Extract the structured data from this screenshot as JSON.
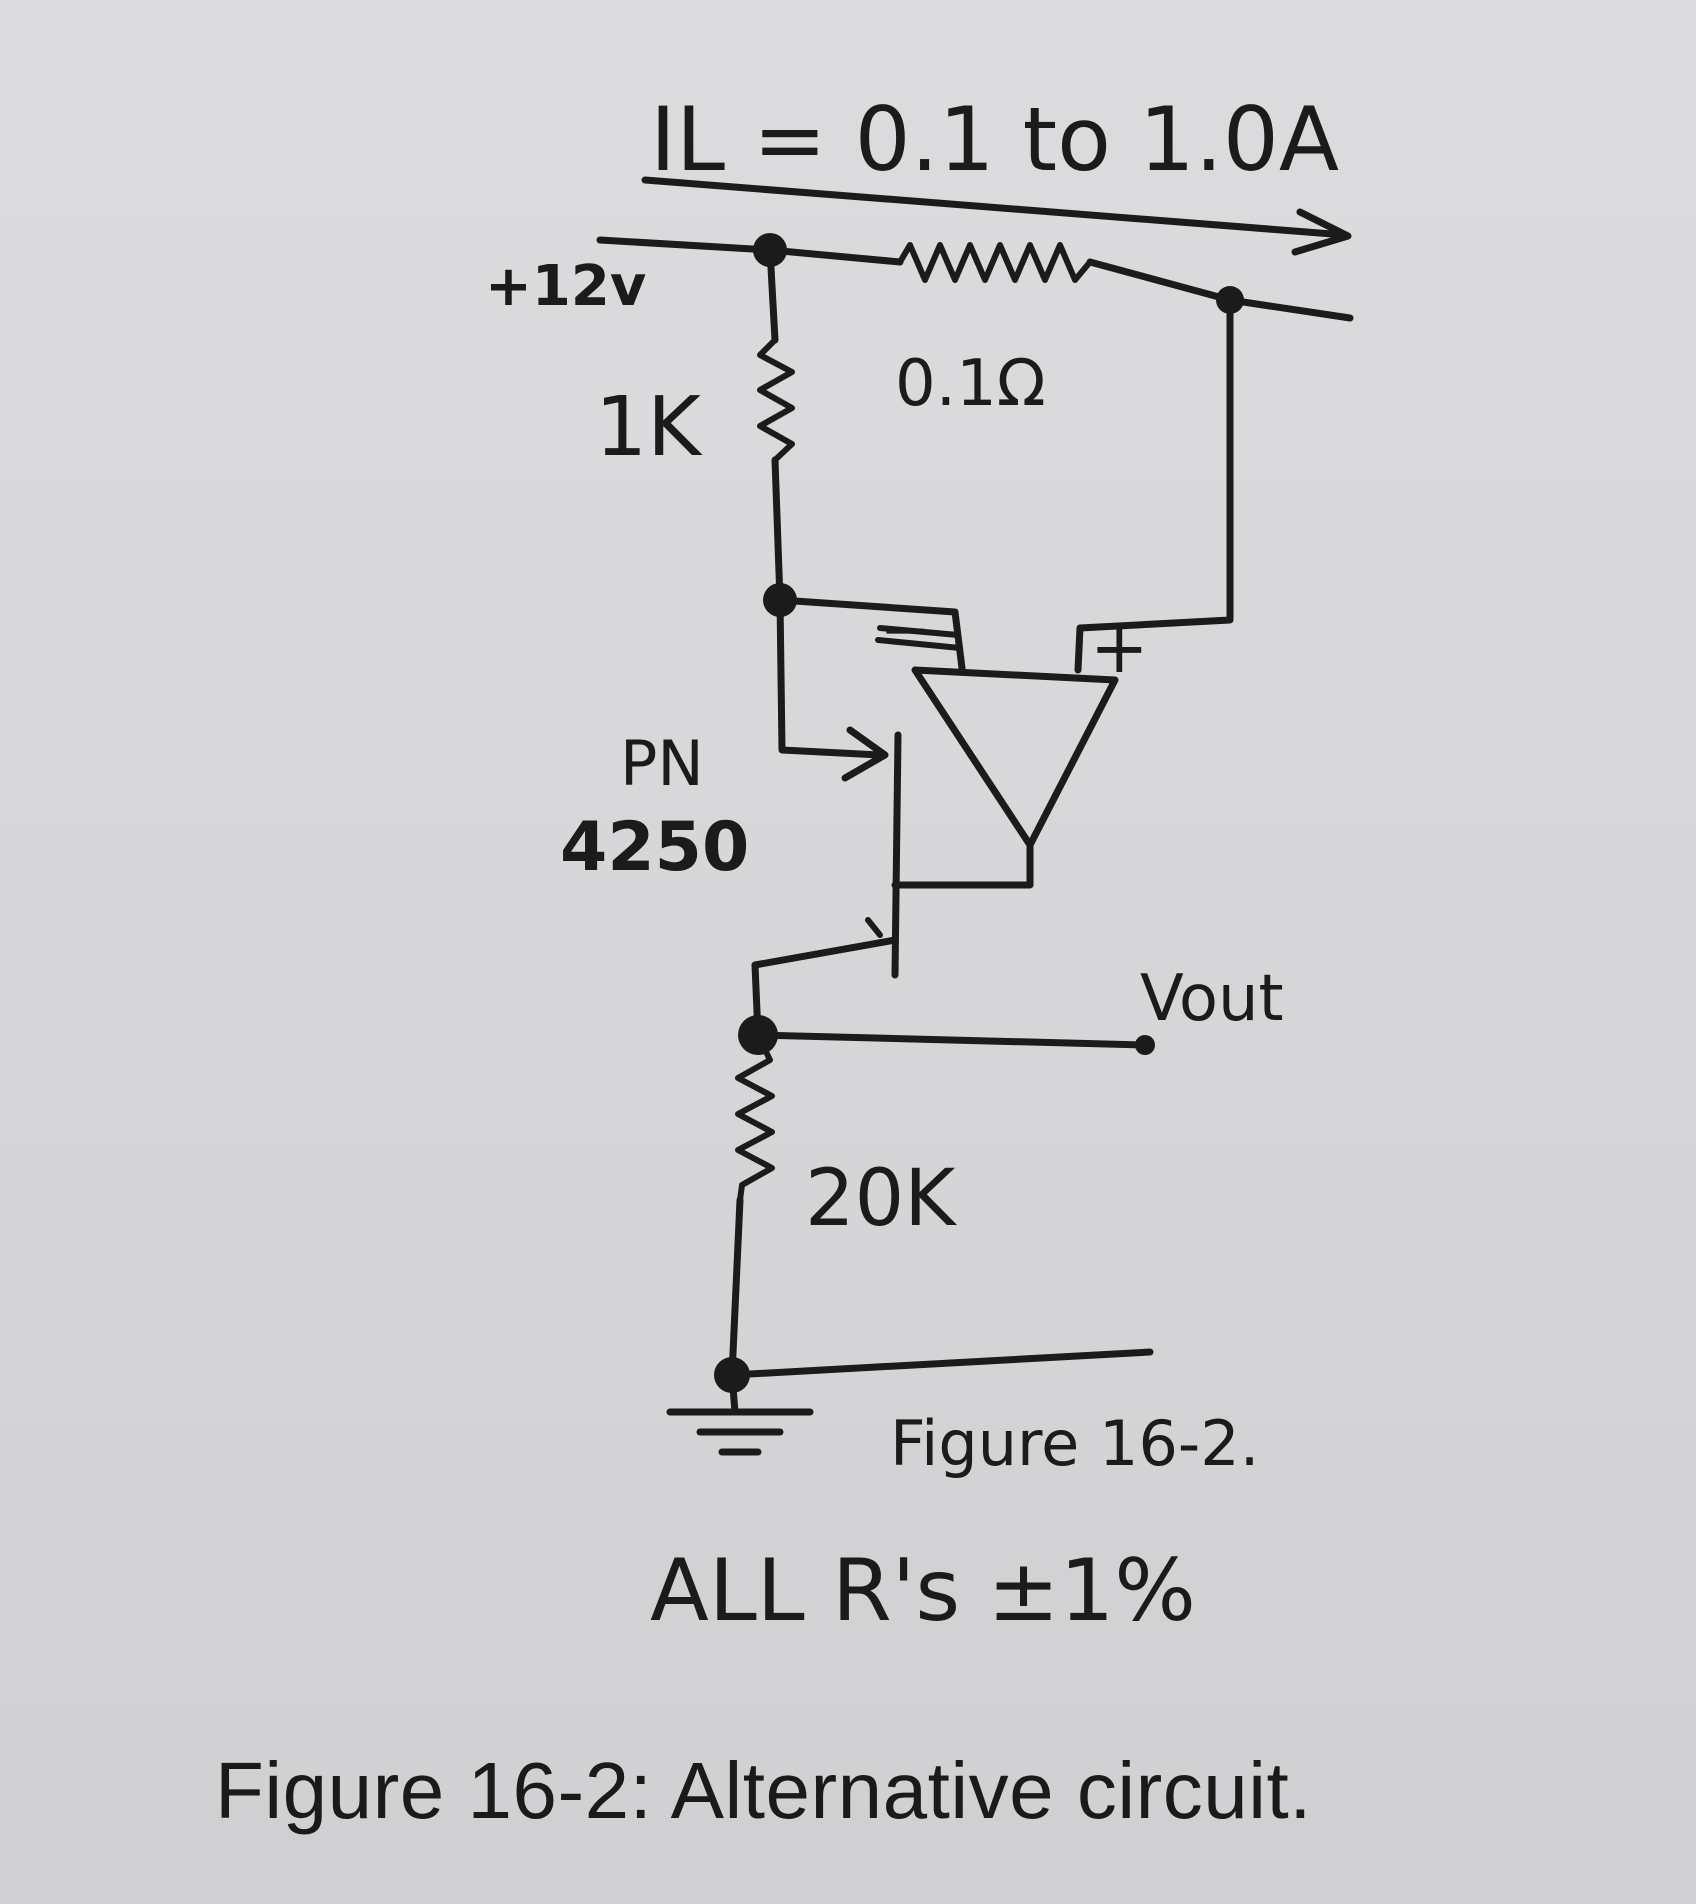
{
  "diagram": {
    "current_label": "IL = 0.1 to 1.0A",
    "supply_label": "+12v",
    "sense_resistor_label": "0.1Ω",
    "r1_label": "1K",
    "transistor_label_line1": "PN",
    "transistor_label_line2": "4250",
    "output_label": "Vout",
    "r2_label": "20K",
    "figure_label": "Figure 16-2.",
    "tolerance_note": "ALL R's ±1%",
    "opamp_minus": "−",
    "opamp_plus": "+"
  },
  "caption": "Figure 16-2: Alternative circuit."
}
